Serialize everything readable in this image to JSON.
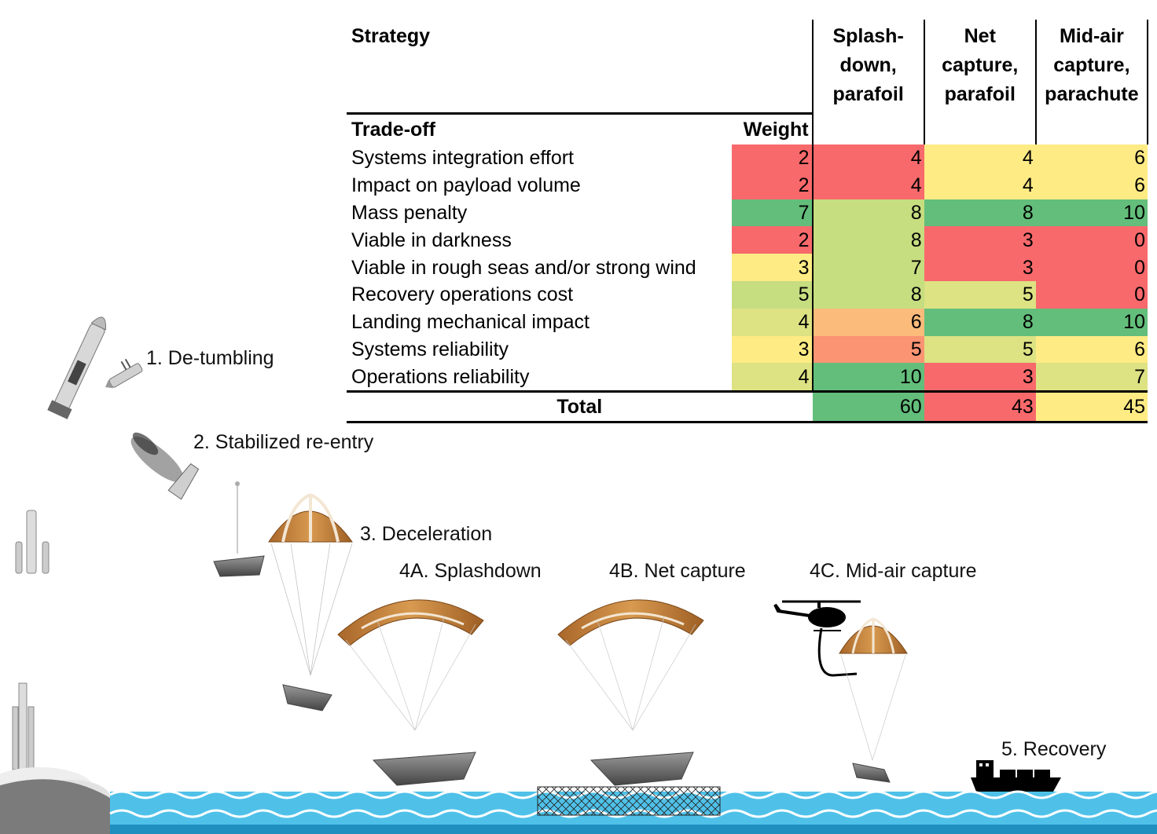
{
  "colors": {
    "red": "#f8696b",
    "yellow": "#ffeb84",
    "green": "#63be7b",
    "light_green": "#c6dd80",
    "orange": "#fbbb7b",
    "salmon": "#fa9473",
    "yellow_green": "#dde283",
    "sea": "#4fc1e9",
    "sea_dark": "#1e8fbf",
    "canopy_orange": "#c8843a",
    "capsule_gray": "#8a8a8a"
  },
  "table": {
    "strategy_label": "Strategy",
    "tradeoff_label": "Trade-off",
    "weight_label": "Weight",
    "options": [
      {
        "label": "Splash-down, parafoil"
      },
      {
        "label": "Net capture, parafoil"
      },
      {
        "label": "Mid-air capture, parachute"
      }
    ],
    "rows": [
      {
        "criterion": "Systems integration effort",
        "weight": "2",
        "w_color": "red",
        "scores": [
          {
            "v": "4",
            "c": "red"
          },
          {
            "v": "4",
            "c": "yellow"
          },
          {
            "v": "6",
            "c": "yellow"
          }
        ]
      },
      {
        "criterion": "Impact on payload volume",
        "weight": "2",
        "w_color": "red",
        "scores": [
          {
            "v": "4",
            "c": "red"
          },
          {
            "v": "4",
            "c": "yellow"
          },
          {
            "v": "6",
            "c": "yellow"
          }
        ]
      },
      {
        "criterion": "Mass penalty",
        "weight": "7",
        "w_color": "green",
        "scores": [
          {
            "v": "8",
            "c": "light_green"
          },
          {
            "v": "8",
            "c": "green"
          },
          {
            "v": "10",
            "c": "green"
          }
        ]
      },
      {
        "criterion": "Viable in darkness",
        "weight": "2",
        "w_color": "red",
        "scores": [
          {
            "v": "8",
            "c": "light_green"
          },
          {
            "v": "3",
            "c": "red"
          },
          {
            "v": "0",
            "c": "red"
          }
        ]
      },
      {
        "criterion": "Viable in rough seas and/or strong wind",
        "weight": "3",
        "w_color": "yellow",
        "scores": [
          {
            "v": "7",
            "c": "light_green"
          },
          {
            "v": "3",
            "c": "red"
          },
          {
            "v": "0",
            "c": "red"
          }
        ]
      },
      {
        "criterion": "Recovery operations cost",
        "weight": "5",
        "w_color": "light_green",
        "scores": [
          {
            "v": "8",
            "c": "light_green"
          },
          {
            "v": "5",
            "c": "yellow_green"
          },
          {
            "v": "0",
            "c": "red"
          }
        ]
      },
      {
        "criterion": "Landing mechanical impact",
        "weight": "4",
        "w_color": "yellow_green",
        "scores": [
          {
            "v": "6",
            "c": "orange"
          },
          {
            "v": "8",
            "c": "green"
          },
          {
            "v": "10",
            "c": "green"
          }
        ]
      },
      {
        "criterion": "Systems reliability",
        "weight": "3",
        "w_color": "yellow",
        "scores": [
          {
            "v": "5",
            "c": "salmon"
          },
          {
            "v": "5",
            "c": "yellow_green"
          },
          {
            "v": "6",
            "c": "yellow"
          }
        ]
      },
      {
        "criterion": "Operations reliability",
        "weight": "4",
        "w_color": "yellow_green",
        "scores": [
          {
            "v": "10",
            "c": "green"
          },
          {
            "v": "3",
            "c": "red"
          },
          {
            "v": "7",
            "c": "yellow_green"
          }
        ]
      }
    ],
    "total_label": "Total",
    "totals": [
      {
        "v": "60",
        "c": "green"
      },
      {
        "v": "43",
        "c": "red"
      },
      {
        "v": "45",
        "c": "yellow"
      }
    ]
  },
  "phases": {
    "detumbling": "1. De-tumbling",
    "reentry": "2. Stabilized re-entry",
    "deceleration": "3. Deceleration",
    "splashdown": "4A. Splashdown",
    "net_capture": "4B. Net capture",
    "midair_capture": "4C. Mid-air capture",
    "recovery": "5. Recovery"
  },
  "icons": [
    "rocket-icon",
    "upper-stage-icon",
    "capsule-icon",
    "parachute-icon",
    "parafoil-icon",
    "helicopter-icon",
    "ship-icon",
    "net-icon",
    "launch-pad-icon",
    "sea-waves-icon"
  ]
}
